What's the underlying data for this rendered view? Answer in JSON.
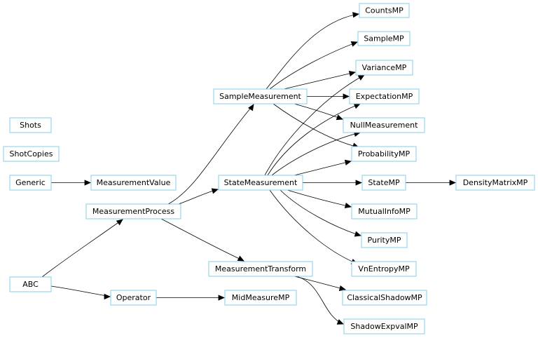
{
  "diagram": {
    "colors": {
      "node_border": "#87ceeb",
      "edge": "#000000",
      "background": "#ffffff",
      "text": "#000000"
    },
    "nodes": {
      "counts_mp": "CountsMP",
      "sample_mp": "SampleMP",
      "variance_mp": "VarianceMP",
      "sample_measurement": "SampleMeasurement",
      "expectation_mp": "ExpectationMP",
      "null_measurement": "NullMeasurement",
      "shots": "Shots",
      "shot_copies": "ShotCopies",
      "probability_mp": "ProbabilityMP",
      "generic": "Generic",
      "measurement_value": "MeasurementValue",
      "state_measurement": "StateMeasurement",
      "state_mp": "StateMP",
      "density_matrix_mp": "DensityMatrixMP",
      "measurement_process": "MeasurementProcess",
      "mutual_info_mp": "MutualInfoMP",
      "purity_mp": "PurityMP",
      "measurement_transform": "MeasurementTransform",
      "vn_entropy_mp": "VnEntropyMP",
      "abc": "ABC",
      "operator": "Operator",
      "mid_measure_mp": "MidMeasureMP",
      "classical_shadow_mp": "ClassicalShadowMP",
      "shadow_expval_mp": "ShadowExpvalMP"
    },
    "edges": [
      {
        "from": "abc",
        "to": "measurement_process"
      },
      {
        "from": "abc",
        "to": "operator"
      },
      {
        "from": "generic",
        "to": "measurement_value"
      },
      {
        "from": "measurement_process",
        "to": "sample_measurement"
      },
      {
        "from": "measurement_process",
        "to": "state_measurement"
      },
      {
        "from": "measurement_process",
        "to": "measurement_transform"
      },
      {
        "from": "sample_measurement",
        "to": "counts_mp"
      },
      {
        "from": "sample_measurement",
        "to": "sample_mp"
      },
      {
        "from": "sample_measurement",
        "to": "variance_mp"
      },
      {
        "from": "sample_measurement",
        "to": "expectation_mp"
      },
      {
        "from": "sample_measurement",
        "to": "null_measurement"
      },
      {
        "from": "sample_measurement",
        "to": "probability_mp"
      },
      {
        "from": "state_measurement",
        "to": "variance_mp"
      },
      {
        "from": "state_measurement",
        "to": "expectation_mp"
      },
      {
        "from": "state_measurement",
        "to": "null_measurement"
      },
      {
        "from": "state_measurement",
        "to": "probability_mp"
      },
      {
        "from": "state_measurement",
        "to": "state_mp"
      },
      {
        "from": "state_measurement",
        "to": "mutual_info_mp"
      },
      {
        "from": "state_measurement",
        "to": "purity_mp"
      },
      {
        "from": "state_measurement",
        "to": "vn_entropy_mp"
      },
      {
        "from": "state_mp",
        "to": "density_matrix_mp"
      },
      {
        "from": "measurement_transform",
        "to": "classical_shadow_mp"
      },
      {
        "from": "measurement_transform",
        "to": "shadow_expval_mp"
      },
      {
        "from": "operator",
        "to": "mid_measure_mp"
      }
    ]
  }
}
